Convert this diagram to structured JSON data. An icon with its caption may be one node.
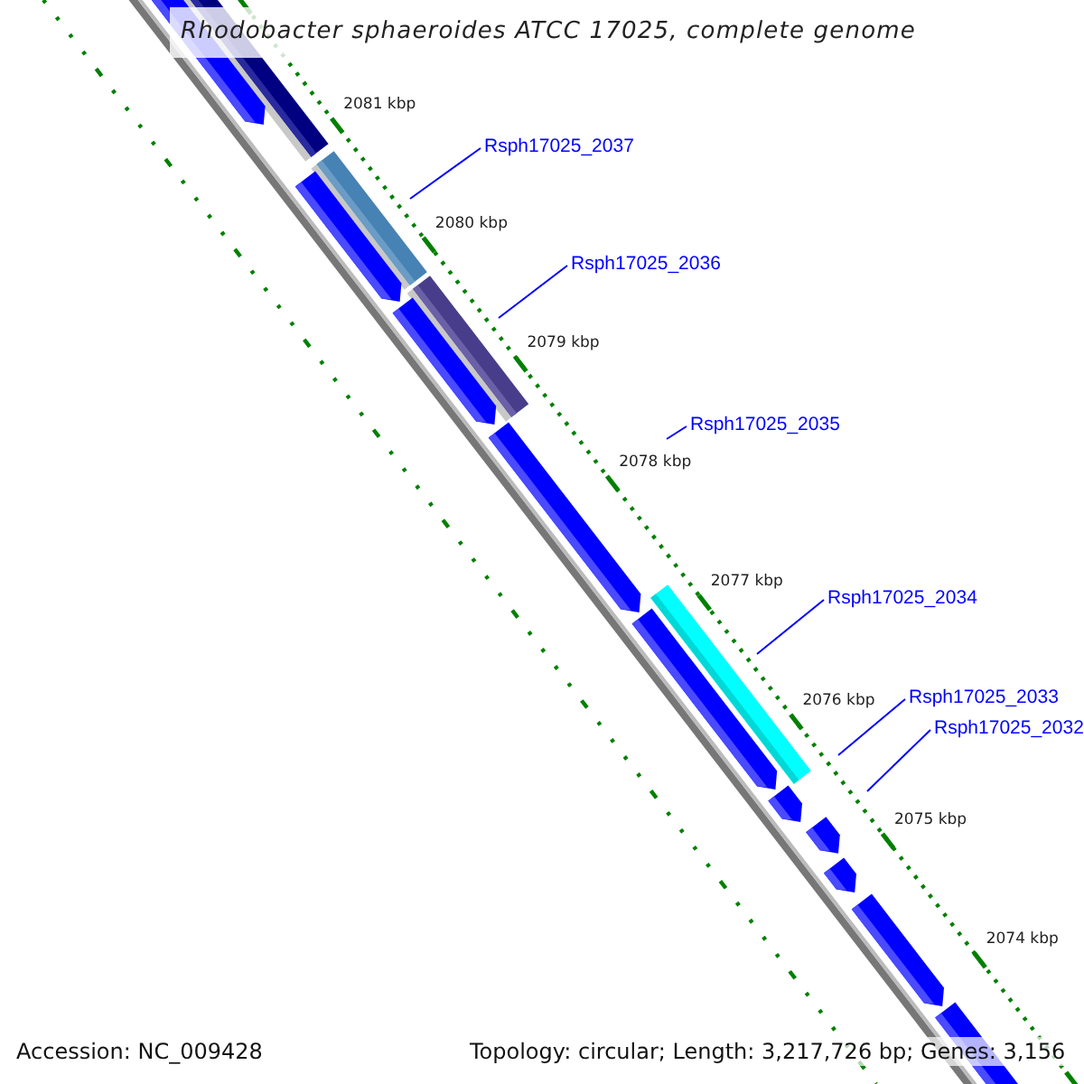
{
  "diagram": {
    "title": "Rhodobacter sphaeroides ATCC 17025, complete genome",
    "nodes": [
      {
        "text": [
          "Rsph17025_2037"
        ]
      },
      {
        "text": [
          "Rsph17025_2036"
        ]
      },
      {
        "text": [
          "Rsph17025_2035"
        ]
      },
      {
        "text": [
          "Rsph17025_2034"
        ]
      },
      {
        "text": [
          "Rsph17025_2033"
        ]
      },
      {
        "text": [
          "Rsph17025_2032"
        ]
      }
    ],
    "edges": [
      {
        "from": 0,
        "to": null,
        "arrow": "none"
      },
      {
        "from": 1,
        "to": null,
        "arrow": "none"
      },
      {
        "from": 2,
        "to": null,
        "arrow": "none"
      },
      {
        "from": 3,
        "to": null,
        "arrow": "none"
      },
      {
        "from": 4,
        "to": null,
        "arrow": "none"
      },
      {
        "from": 5,
        "to": null,
        "arrow": "none"
      }
    ],
    "labels": [
      "2081 kbp",
      "2080 kbp",
      "2079 kbp",
      "2078 kbp",
      "2077 kbp",
      "2076 kbp",
      "2075 kbp",
      "2074 kbp",
      "Accession: NC_009428",
      "Topology: circular; Length: 3,217,726 bp; Genes: 3,156"
    ]
  }
}
